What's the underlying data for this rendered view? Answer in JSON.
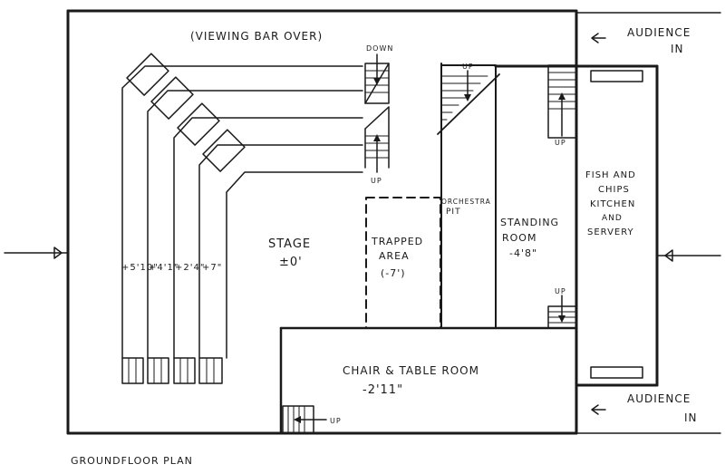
{
  "labels": {
    "viewing_bar": "(VIEWING BAR OVER)",
    "down": "DOWN",
    "up": "UP",
    "audience_in_line1": "AUDIENCE",
    "audience_in_line2": "IN",
    "stage": "STAGE",
    "stage_level": "±0'",
    "trapped_area_line1": "TRAPPED",
    "trapped_area_line2": "AREA",
    "trapped_area_level": "(-7')",
    "orchestra_line1": "ORCHESTRA",
    "orchestra_line2": "PIT",
    "standing_line1": "STANDING",
    "standing_line2": "ROOM",
    "standing_level": "-4'8\"",
    "kitchen_line1": "FISH AND",
    "kitchen_line2": "CHIPS",
    "kitchen_line3": "KITCHEN",
    "kitchen_line4": "AND",
    "kitchen_line5": "SERVERY",
    "chair_table": "CHAIR & TABLE ROOM",
    "chair_table_level": "-2'11\"",
    "tier_levels": [
      "+5'10\"",
      "+4'1\"",
      "+2'4\"",
      "+7\""
    ],
    "plan_title": "GROUNDFLOOR PLAN"
  },
  "colors": {
    "ink": "#1a1a1a",
    "paper": "#ffffff"
  }
}
